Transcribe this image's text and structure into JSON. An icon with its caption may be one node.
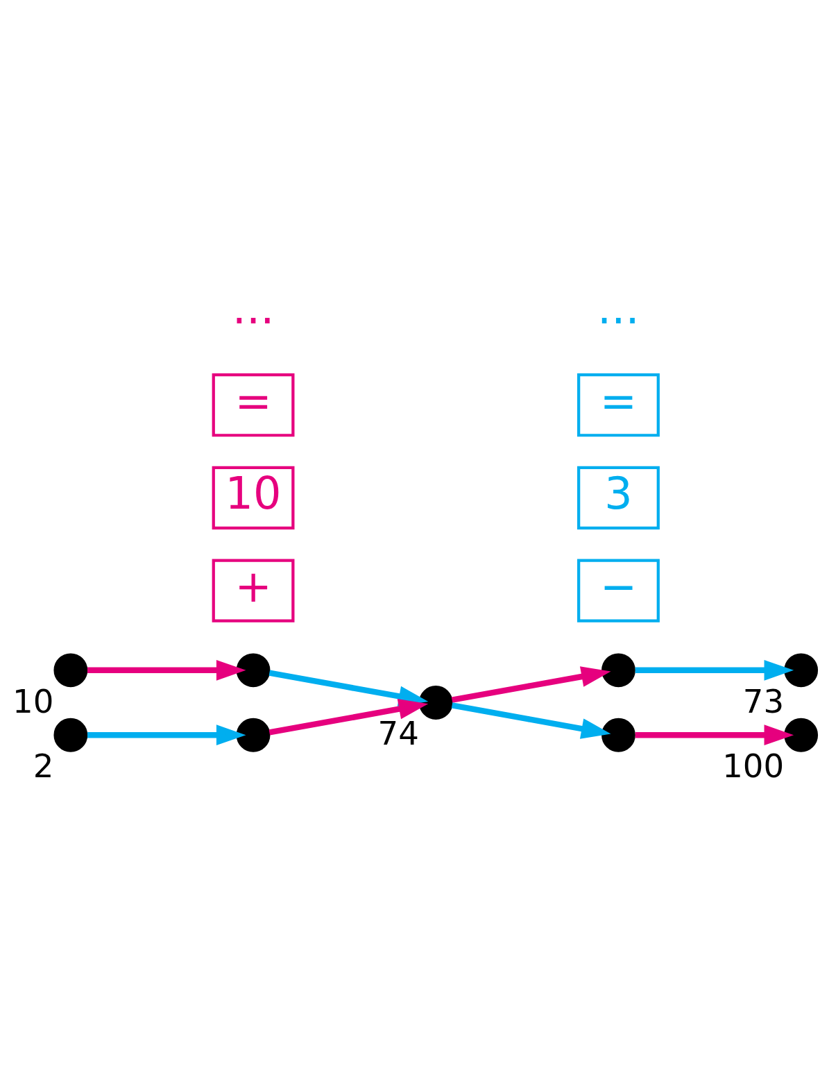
{
  "diagram": {
    "nodes": [
      {
        "text": [],
        "shape": "circle",
        "beside": [
          "10"
        ]
      },
      {
        "text": [],
        "shape": "circle",
        "beside": [
          "73"
        ]
      },
      {
        "text": [],
        "shape": "circle"
      },
      {
        "text": [],
        "shape": "circle"
      },
      {
        "text": [],
        "shape": "circle",
        "beside": [
          "74"
        ]
      },
      {
        "text": [],
        "shape": "circle"
      },
      {
        "text": [],
        "shape": "circle"
      },
      {
        "text": [],
        "shape": "circle",
        "beside": [
          "2"
        ]
      },
      {
        "text": [],
        "shape": "circle",
        "beside": [
          "100"
        ]
      },
      {
        "text": [
          "+"
        ]
      },
      {
        "text": [
          "10"
        ]
      },
      {
        "text": [
          "="
        ]
      },
      {
        "text": [
          "−"
        ]
      },
      {
        "text": [
          "3"
        ]
      },
      {
        "text": [
          "="
        ]
      }
    ],
    "edges": [
      {
        "from": 0,
        "to": 2,
        "arrow": "to",
        "color": "#e6007e"
      },
      {
        "from": 2,
        "to": 4,
        "arrow": "to",
        "color": "#00aeef"
      },
      {
        "from": 4,
        "to": 3,
        "arrow": "to",
        "color": "#e6007e"
      },
      {
        "from": 3,
        "to": 1,
        "arrow": "to",
        "color": "#00aeef"
      },
      {
        "from": 7,
        "to": 5,
        "arrow": "to",
        "color": "#00aeef"
      },
      {
        "from": 5,
        "to": 4,
        "arrow": "to",
        "color": "#e6007e"
      },
      {
        "from": 4,
        "to": 6,
        "arrow": "to",
        "color": "#00aeef"
      },
      {
        "from": 6,
        "to": 8,
        "arrow": "to",
        "color": "#e6007e"
      }
    ],
    "labels": [
      "...",
      "..."
    ]
  }
}
